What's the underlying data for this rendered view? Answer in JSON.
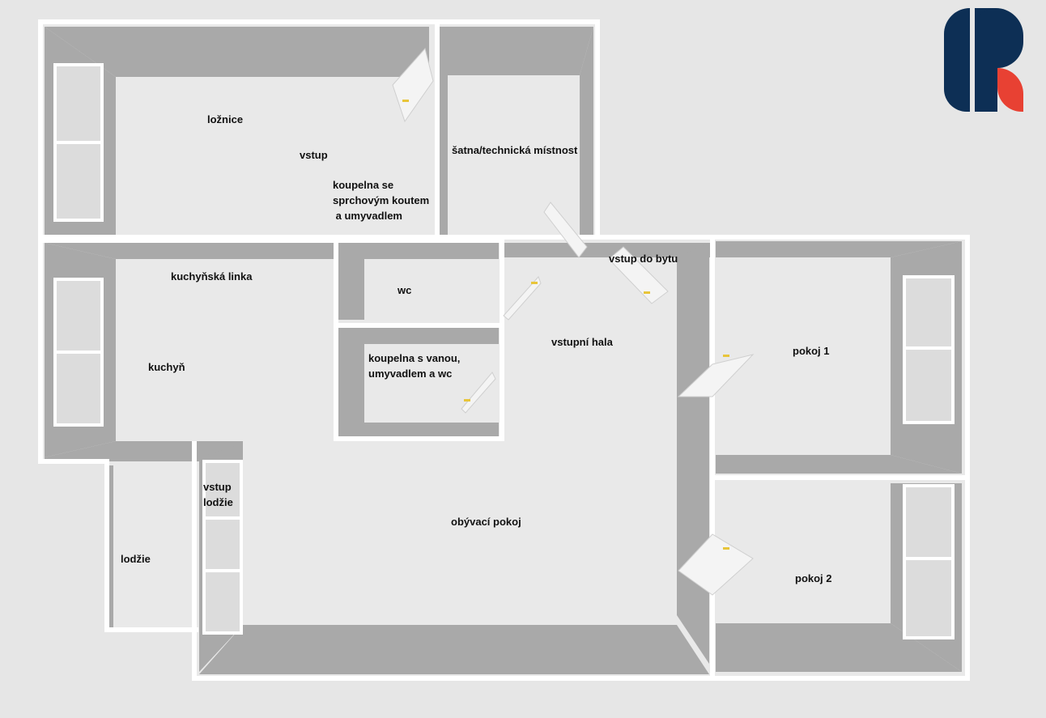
{
  "rooms": {
    "loznice": "ložnice",
    "vstup": "vstup",
    "koupelna_sprcha": "koupelna se\nsprchovým koutem\n a umyvadlem",
    "satna": "šatna/technická místnost",
    "kuchynska_linka": "kuchyňská linka",
    "wc": "wc",
    "vstup_do_bytu": "vstup do bytu",
    "koupelna_vana": "koupelna s vanou,\numyvadlem a wc",
    "vstupni_hala": "vstupní hala",
    "pokoj1": "pokoj 1",
    "kuchyn": "kuchyň",
    "vstup_lodzie": "vstup\nlodžie",
    "obyvaci_pokoj": "obývací pokoj",
    "lodzie": "lodžie",
    "pokoj2": "pokoj 2"
  },
  "logo": {
    "letter": "R",
    "primary": "#0d2f55",
    "accent": "#e84133"
  },
  "colors": {
    "floor": "#e9e9e9",
    "wall_shade": "#a9a9a9",
    "wall": "#ffffff",
    "background": "#e6e6e6"
  }
}
